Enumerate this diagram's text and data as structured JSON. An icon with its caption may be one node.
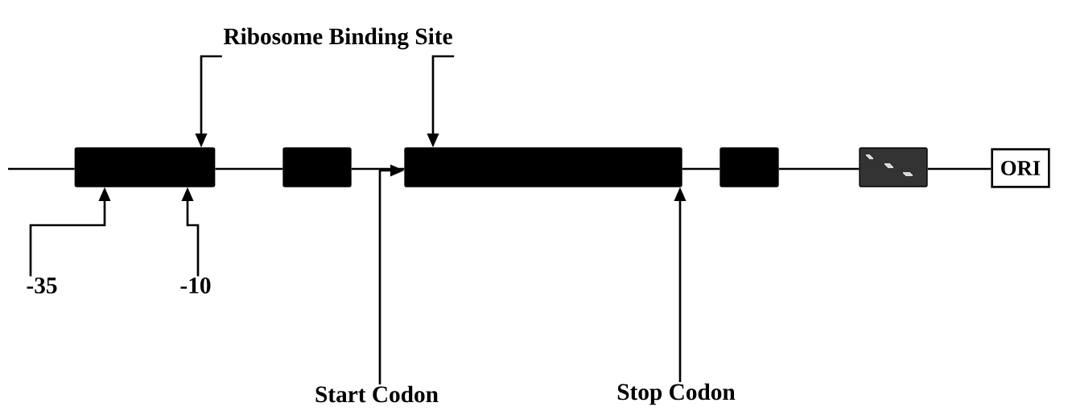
{
  "diagram": {
    "nodes": [
      {
        "text": [
          "Ribosome Binding Site"
        ]
      },
      {
        "text": [],
        "shape": "box"
      },
      {
        "text": [],
        "shape": "box"
      },
      {
        "text": [],
        "shape": "box"
      },
      {
        "text": [],
        "shape": "box"
      },
      {
        "text": [],
        "shape": "box"
      },
      {
        "text": [
          "ORI"
        ]
      },
      {
        "text": [
          "-35"
        ]
      },
      {
        "text": [
          "-10"
        ]
      },
      {
        "text": [
          "Start Codon"
        ]
      },
      {
        "text": [
          "Stop Codon"
        ]
      }
    ],
    "edges": [
      {
        "from": 0,
        "to": 1,
        "arrow": "to"
      },
      {
        "from": 0,
        "to": 3,
        "arrow": "to"
      },
      {
        "from": 7,
        "to": 1,
        "arrow": "to"
      },
      {
        "from": 8,
        "to": 1,
        "arrow": "to"
      },
      {
        "from": 9,
        "to": 3,
        "arrow": "to"
      },
      {
        "from": 10,
        "to": 3,
        "arrow": "to"
      },
      {
        "from": null,
        "to": 1,
        "arrow": "none"
      },
      {
        "from": 1,
        "to": 2,
        "arrow": "none"
      },
      {
        "from": 2,
        "to": 3,
        "arrow": "none"
      },
      {
        "from": 3,
        "to": 4,
        "arrow": "none"
      },
      {
        "from": 4,
        "to": 5,
        "arrow": "none"
      },
      {
        "from": 5,
        "to": 6,
        "arrow": "none"
      }
    ]
  }
}
